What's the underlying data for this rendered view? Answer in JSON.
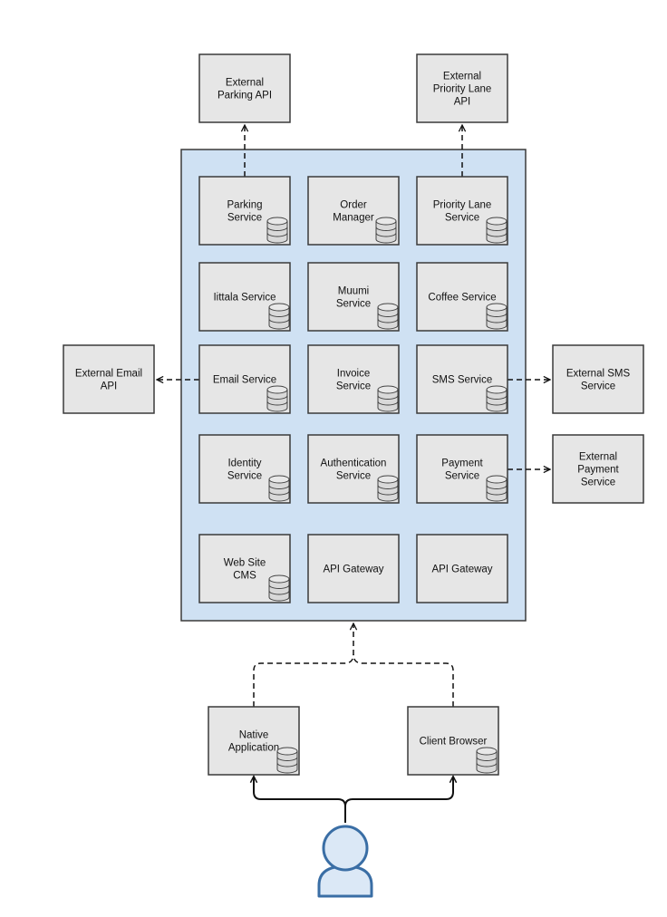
{
  "colors": {
    "box_fill": "#e6e6e6",
    "box_stroke": "#3a3a3a",
    "container_fill": "#cfe1f3",
    "container_stroke": "#3a3a3a",
    "connector": "#111111",
    "user_fill": "#dbe8f6",
    "user_stroke": "#3a6ea5"
  },
  "external": {
    "parking": [
      "External",
      "Parking API"
    ],
    "priority": [
      "External",
      "Priority Lane",
      "API"
    ],
    "email": [
      "External Email",
      "API"
    ],
    "sms": [
      "External SMS",
      "Service"
    ],
    "payment": [
      "External",
      "Payment",
      "Service"
    ]
  },
  "services": {
    "parking": [
      "Parking",
      "Service"
    ],
    "order": [
      "Order",
      "Manager"
    ],
    "priority": [
      "Priority Lane",
      "Service"
    ],
    "iittala": [
      "Iittala Service"
    ],
    "muumi": [
      "Muumi",
      "Service"
    ],
    "coffee": [
      "Coffee Service"
    ],
    "email": [
      "Email Service"
    ],
    "invoice": [
      "Invoice",
      "Service"
    ],
    "sms": [
      "SMS Service"
    ],
    "identity": [
      "Identity",
      "Service"
    ],
    "auth": [
      "Authentication",
      "Service"
    ],
    "payment": [
      "Payment",
      "Service"
    ],
    "cms": [
      "Web Site",
      "CMS"
    ],
    "gateway1": [
      "API Gateway"
    ],
    "gateway2": [
      "API Gateway"
    ]
  },
  "clients": {
    "native": [
      "Native",
      "Application"
    ],
    "browser": [
      "Client Browser"
    ]
  },
  "icons": {
    "database": "database-icon",
    "user": "user-icon"
  }
}
